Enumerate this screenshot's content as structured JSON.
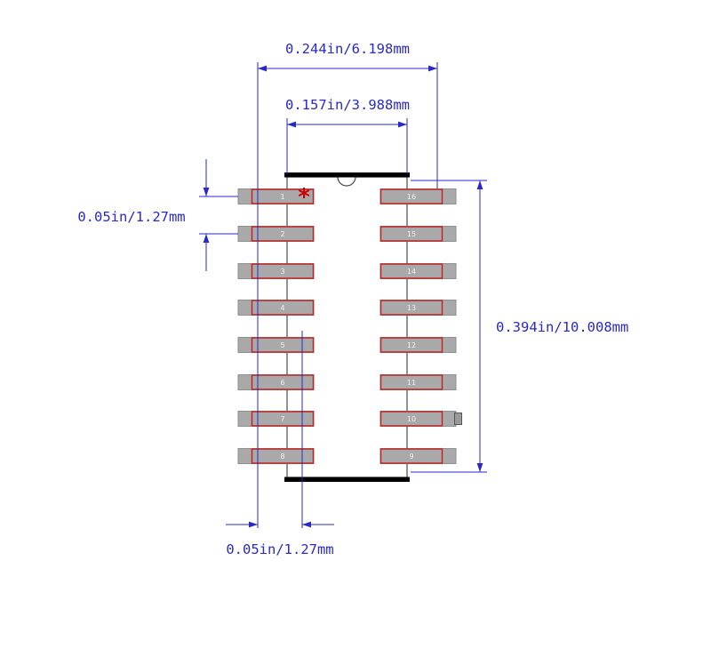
{
  "colors": {
    "dimension_blue": "#2929c8",
    "pad_gray": "#a9a9a9",
    "pad_border": "#8f8f8f",
    "lead_red": "#c41e1e",
    "body_outline": "#4a4a4a",
    "bar_black": "#000000",
    "asterisk_red": "#cc0000",
    "pin_number_text": "#f2f2f2"
  },
  "dimensions": {
    "top_width": "0.244in/6.198mm",
    "inner_width": "0.157in/3.988mm",
    "left_pitch": "0.05in/1.27mm",
    "right_height": "0.394in/10.008mm",
    "bottom_offset": "0.05in/1.27mm"
  },
  "package": {
    "pin1_marker": "*",
    "left_pins": [
      "1",
      "2",
      "3",
      "4",
      "5",
      "6",
      "7",
      "8"
    ],
    "right_pins": [
      "16",
      "15",
      "14",
      "13",
      "12",
      "11",
      "10",
      "9"
    ]
  }
}
